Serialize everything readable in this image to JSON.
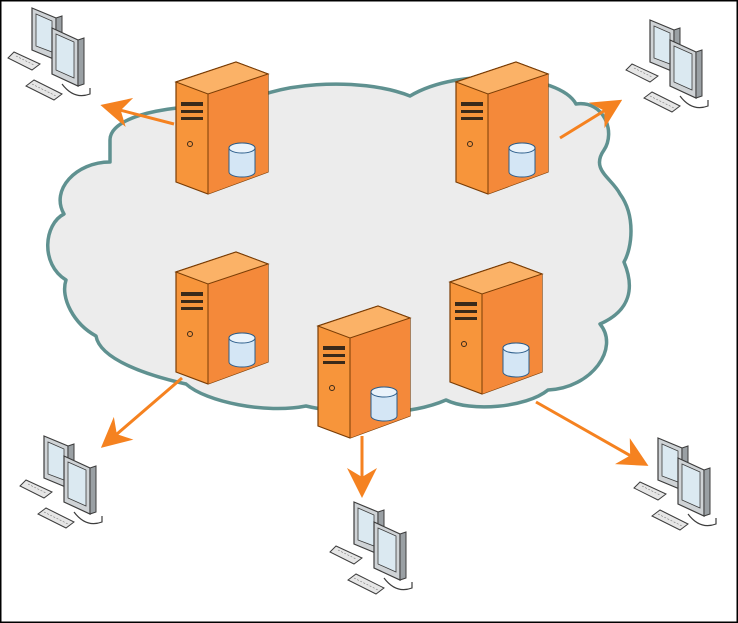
{
  "diagram": {
    "kind": "network-diagram",
    "cloud": {
      "name": "network-cloud",
      "fill": "#ececec",
      "stroke": "#5f9190"
    },
    "servers": [
      {
        "name": "server-top-left",
        "icon": "server-icon"
      },
      {
        "name": "server-top-right",
        "icon": "server-icon"
      },
      {
        "name": "server-middle-left",
        "icon": "server-icon"
      },
      {
        "name": "server-bottom-center",
        "icon": "server-icon"
      },
      {
        "name": "server-bottom-right",
        "icon": "server-icon"
      }
    ],
    "workstations": [
      {
        "name": "workstation-top-left",
        "icon": "workstation-icon"
      },
      {
        "name": "workstation-top-right",
        "icon": "workstation-icon"
      },
      {
        "name": "workstation-bottom-left",
        "icon": "workstation-icon"
      },
      {
        "name": "workstation-bottom-center",
        "icon": "workstation-icon"
      },
      {
        "name": "workstation-bottom-right",
        "icon": "workstation-icon"
      }
    ],
    "connections": [
      {
        "from": "server-top-left",
        "to": "workstation-top-left",
        "icon": "arrow-icon"
      },
      {
        "from": "server-top-right",
        "to": "workstation-top-right",
        "icon": "arrow-icon"
      },
      {
        "from": "server-middle-left",
        "to": "workstation-bottom-left",
        "icon": "arrow-icon"
      },
      {
        "from": "server-bottom-center",
        "to": "workstation-bottom-center",
        "icon": "arrow-icon"
      },
      {
        "from": "server-bottom-right",
        "to": "workstation-bottom-right",
        "icon": "arrow-icon"
      }
    ],
    "colors": {
      "server_front": "#f7953b",
      "server_side": "#e07a1c",
      "server_top": "#fbb267",
      "disk": "#d4e6f5",
      "arrow": "#f58220",
      "monitor_screen": "#dbe9f1",
      "frame_border": "#000000"
    }
  }
}
